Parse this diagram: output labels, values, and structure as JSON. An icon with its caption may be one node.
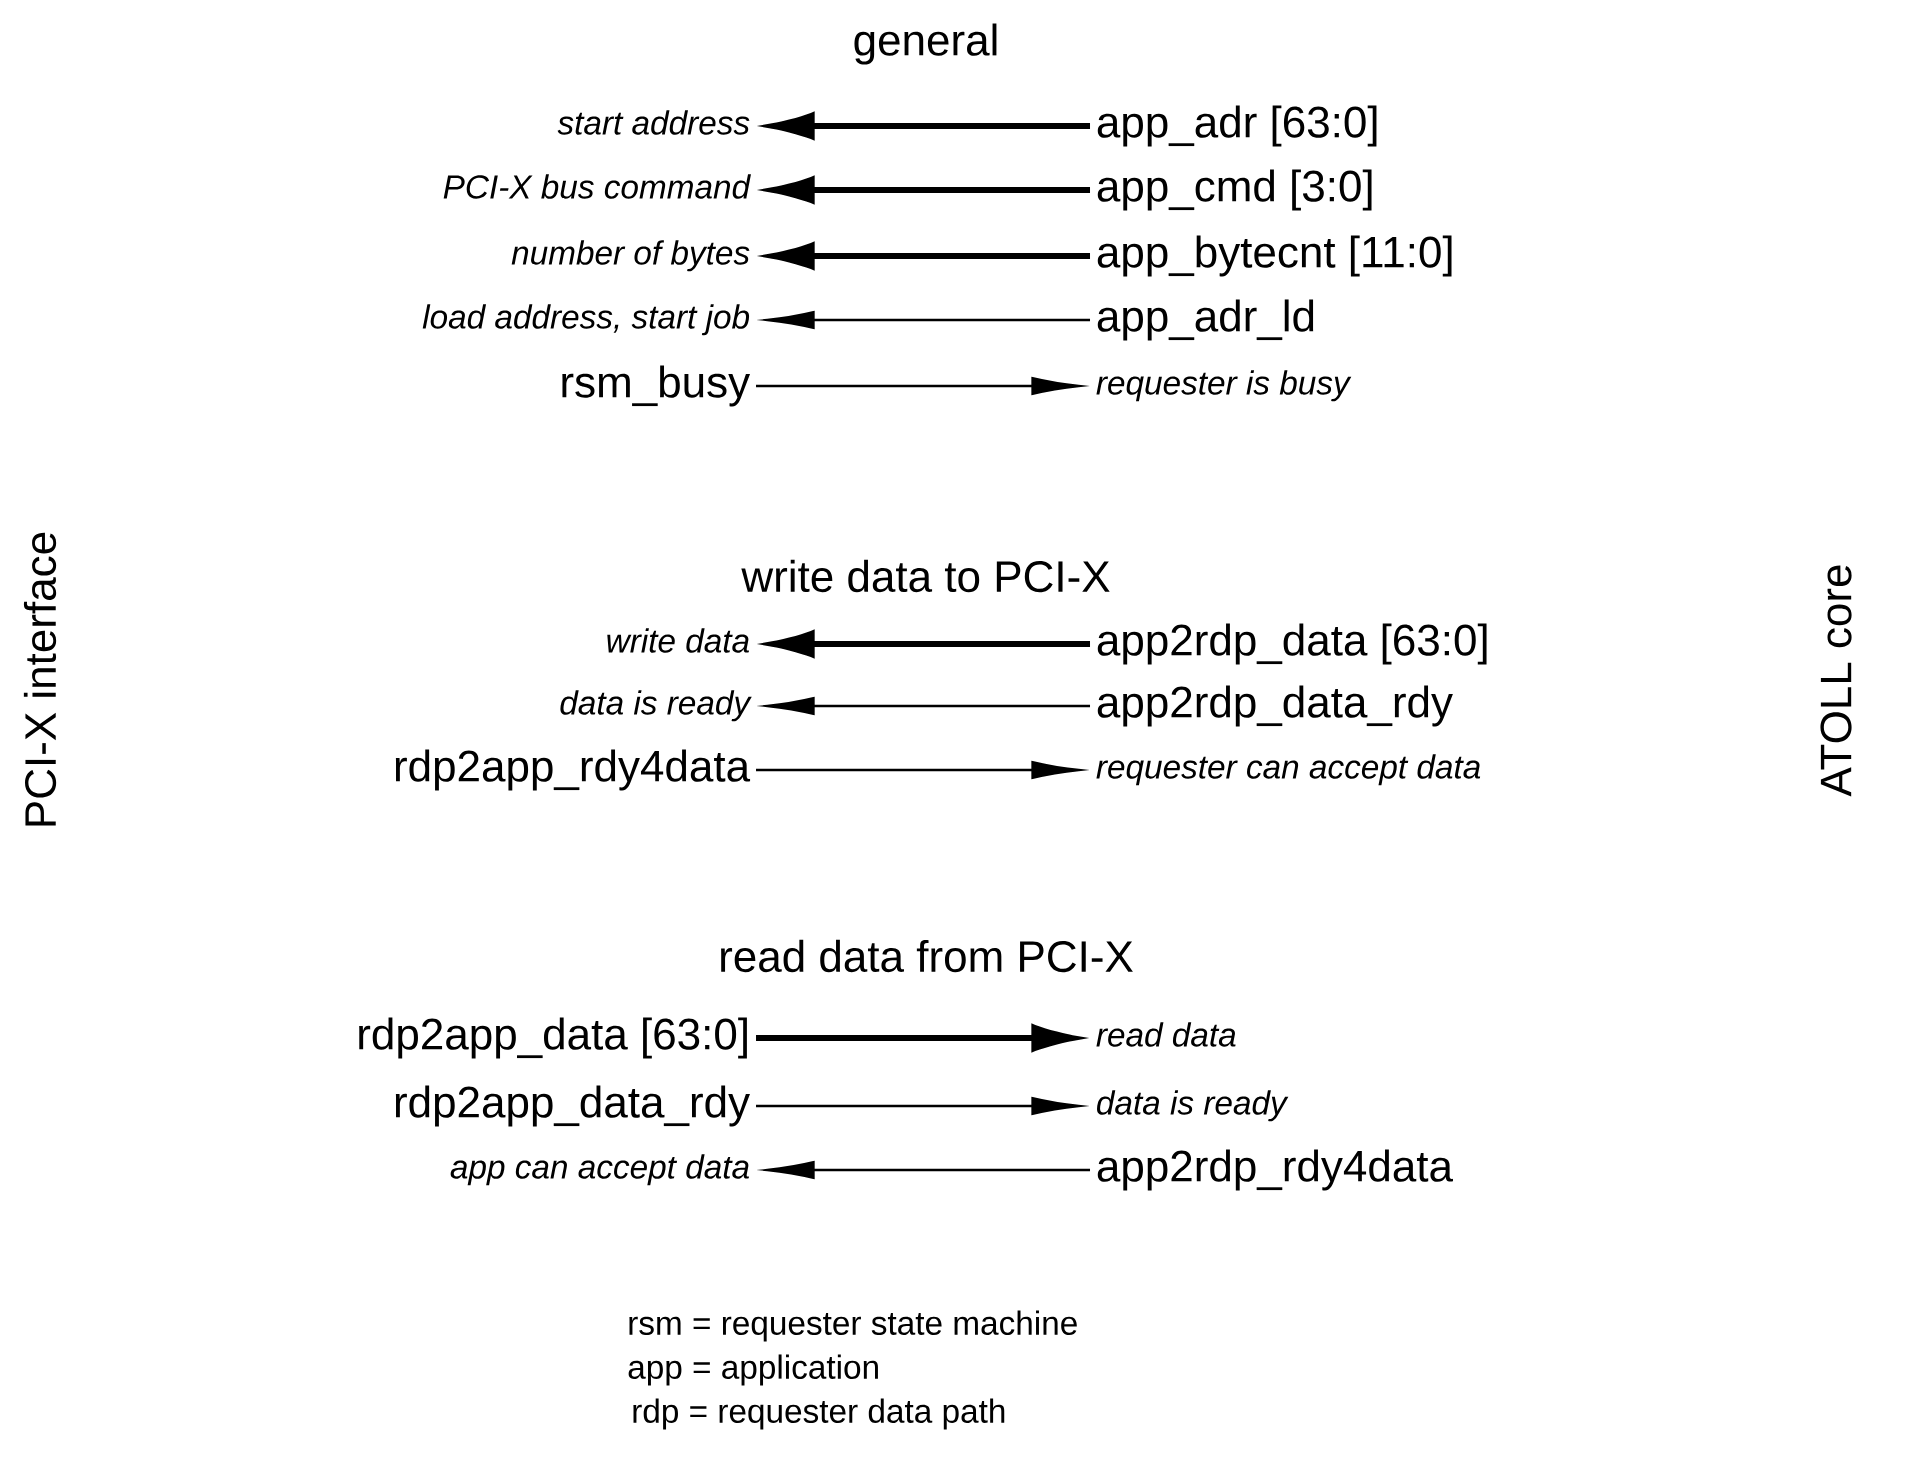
{
  "diagram": {
    "nodes": [
      {
        "text": [
          "start address"
        ]
      },
      {
        "text": [
          "app_adr [63:0]"
        ]
      },
      {
        "text": [
          "PCI-X bus command"
        ]
      },
      {
        "text": [
          "app_cmd [3:0]"
        ]
      },
      {
        "text": [
          "number of bytes"
        ]
      },
      {
        "text": [
          "app_bytecnt [11:0]"
        ]
      },
      {
        "text": [
          "load address, start job"
        ]
      },
      {
        "text": [
          "app_adr_ld"
        ]
      },
      {
        "text": [
          "rsm_busy"
        ]
      },
      {
        "text": [
          "requester is busy"
        ]
      },
      {
        "text": [
          "write data"
        ]
      },
      {
        "text": [
          "app2rdp_data [63:0]"
        ]
      },
      {
        "text": [
          "data is ready"
        ]
      },
      {
        "text": [
          "app2rdp_data_rdy"
        ]
      },
      {
        "text": [
          "rdp2app_rdy4data"
        ]
      },
      {
        "text": [
          "requester can accept data"
        ]
      },
      {
        "text": [
          "rdp2app_data [63:0]"
        ]
      },
      {
        "text": [
          "read data"
        ]
      },
      {
        "text": [
          "rdp2app_data_rdy"
        ]
      },
      {
        "text": [
          "data is ready"
        ]
      },
      {
        "text": [
          "app can accept data"
        ]
      },
      {
        "text": [
          "app2rdp_rdy4data"
        ]
      }
    ],
    "edges": [
      {
        "from": 1,
        "to": 0,
        "arrow": "to",
        "style": "thick"
      },
      {
        "from": 3,
        "to": 2,
        "arrow": "to",
        "style": "thick"
      },
      {
        "from": 5,
        "to": 4,
        "arrow": "to",
        "style": "thick"
      },
      {
        "from": 7,
        "to": 6,
        "arrow": "to"
      },
      {
        "from": 8,
        "to": 9,
        "arrow": "to"
      },
      {
        "from": 11,
        "to": 10,
        "arrow": "to",
        "style": "thick"
      },
      {
        "from": 13,
        "to": 12,
        "arrow": "to"
      },
      {
        "from": 14,
        "to": 15,
        "arrow": "to"
      },
      {
        "from": 16,
        "to": 17,
        "arrow": "to",
        "style": "thick"
      },
      {
        "from": 18,
        "to": 19,
        "arrow": "to"
      },
      {
        "from": 21,
        "to": 20,
        "arrow": "to"
      }
    ],
    "labels": [
      "general",
      "write data to PCI-X",
      "read data from PCI-X",
      "PCI-X interface",
      "ATOLL core",
      "rsm = requester state machine",
      "app = application",
      "rdp = requester data path"
    ]
  }
}
